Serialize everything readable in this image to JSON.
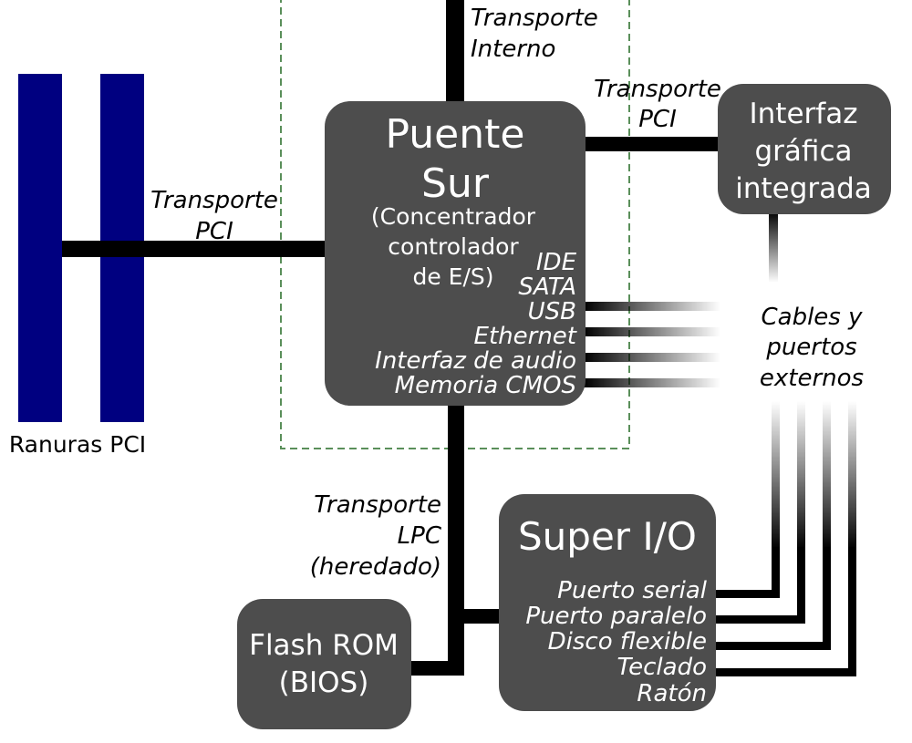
{
  "colors": {
    "box": "#4d4d4d",
    "slot": "#000080",
    "bus": "#000000",
    "dashed": "#5a8f5a",
    "text_on_box": "#ffffff"
  },
  "south_bridge": {
    "title_line1": "Puente",
    "title_line2": "Sur",
    "sub_line1": "(Concentrador",
    "sub_line2": "controlador",
    "sub_line3": "de E/S)",
    "interfaces": [
      "IDE",
      "SATA",
      "USB",
      "Ethernet",
      "Interfaz de audio",
      "Memoria CMOS"
    ]
  },
  "graphics": {
    "line1": "Interfaz",
    "line2": "gráfica",
    "line3": "integrada"
  },
  "super_io": {
    "title": "Super I/O",
    "ports": [
      "Puerto serial",
      "Puerto paralelo",
      "Disco flexible",
      "Teclado",
      "Ratón"
    ]
  },
  "flash": {
    "line1": "Flash ROM",
    "line2": "(BIOS)"
  },
  "pci_slots": {
    "label": "Ranuras PCI"
  },
  "labels": {
    "internal_bus_1": "Transporte",
    "internal_bus_2": "Interno",
    "pci_bus_top_1": "Transporte",
    "pci_bus_top_2": "PCI",
    "pci_bus_left_1": "Transporte",
    "pci_bus_left_2": "PCI",
    "lpc_1": "Transporte",
    "lpc_2": "LPC",
    "lpc_3": "(heredado)",
    "external_1": "Cables y",
    "external_2": "puertos",
    "external_3": "externos"
  }
}
